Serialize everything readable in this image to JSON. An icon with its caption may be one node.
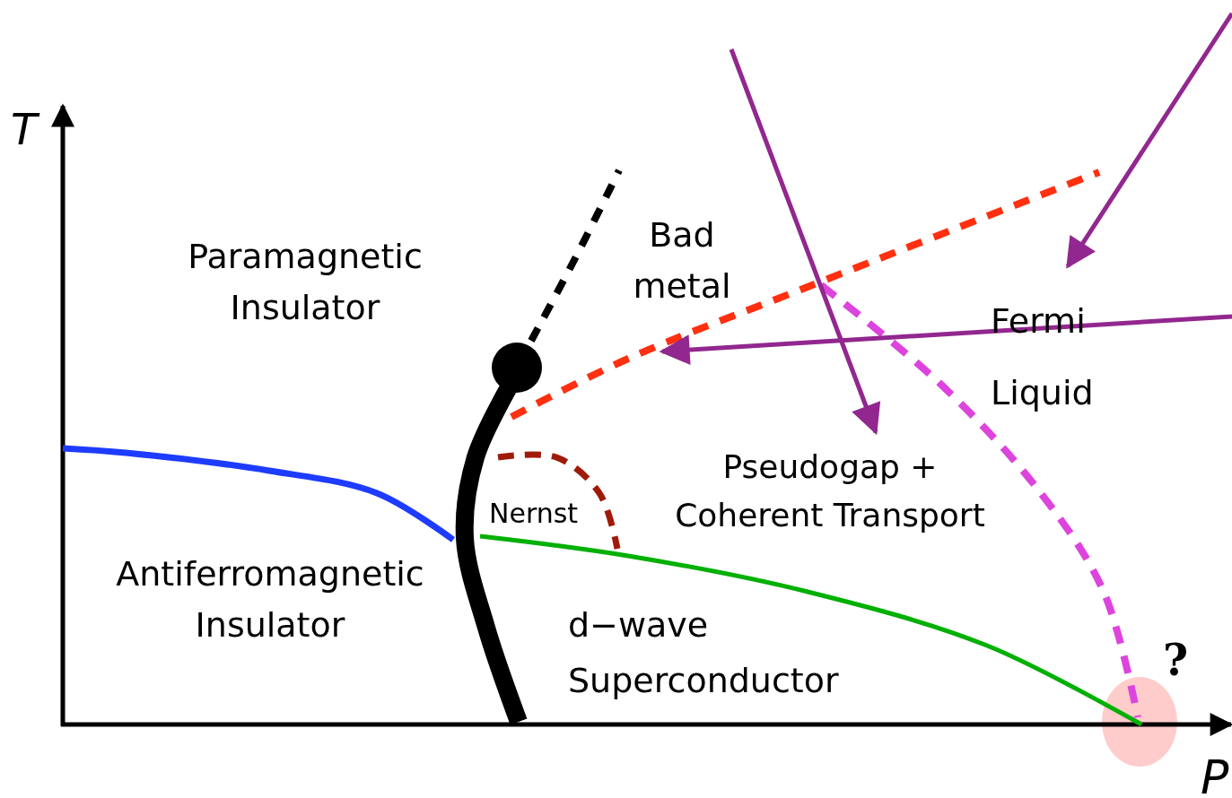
{
  "diagram": {
    "labels": [
      "T",
      "Paramagnetic Insulator",
      "Bad metal",
      "Fermi Liquid",
      "Nernst",
      "Pseudogap + Coherent Transport",
      "Antiferromagnetic Insulator",
      "d−wave Superconductor",
      "?",
      "P"
    ]
  }
}
